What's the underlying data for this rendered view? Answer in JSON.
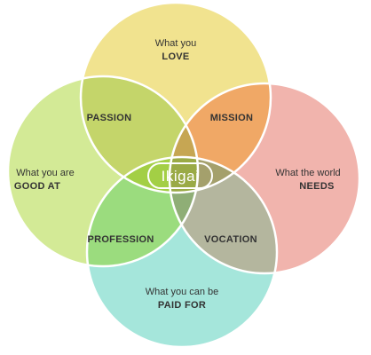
{
  "circles": {
    "love": {
      "line1": "What you",
      "line2": "LOVE",
      "color": "#f1e38f"
    },
    "good": {
      "line1": "What you are",
      "line2": "GOOD AT",
      "color": "#d3ea96"
    },
    "needs": {
      "line1": "What the world",
      "line2": "NEEDS",
      "color": "#f1b4ad"
    },
    "paid": {
      "line1": "What you can be",
      "line2": "PAID FOR",
      "color": "#a5e6db"
    }
  },
  "overlaps": {
    "passion": {
      "label": "PASSION",
      "color": "#c4d56a"
    },
    "mission": {
      "label": "MISSION",
      "color": "#f0a866"
    },
    "profession": {
      "label": "PROFESSION",
      "color": "#9bdc7e"
    },
    "vocation": {
      "label": "VOCATION",
      "color": "#b4b69e"
    }
  },
  "center": {
    "label": "Ikigai",
    "color": "#9aaa46"
  },
  "colors": {
    "triple_top": "#c6a653",
    "triple_left": "#a3cf45",
    "triple_right": "#a4a06c",
    "triple_bottom": "#8fae76",
    "stroke": "#ffffff"
  }
}
